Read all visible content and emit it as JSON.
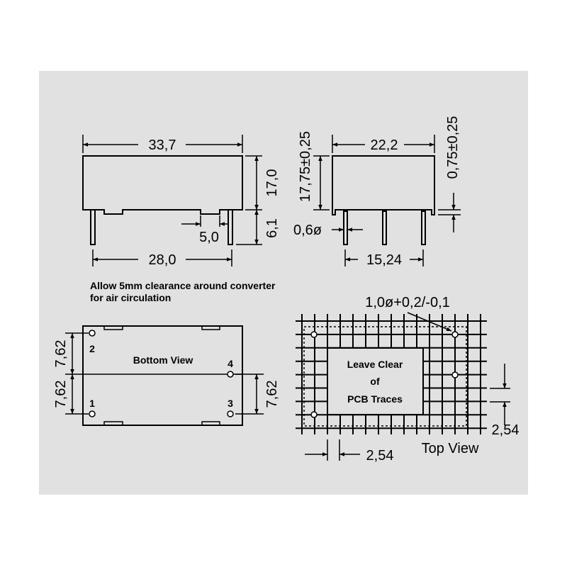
{
  "side_view": {
    "length": "33,7",
    "height": "17,0",
    "pin_length": "6,1",
    "standoff_width": "5,0",
    "pin_spacing": "28,0"
  },
  "end_view": {
    "width": "22,2",
    "height": "17,75±0,25",
    "standoff": "0,75±0,25",
    "pin_diameter": "0,6ø",
    "pin_spacing": "15,24"
  },
  "note": {
    "line1": "Allow 5mm clearance around converter",
    "line2": "for air circulation"
  },
  "bottom_view": {
    "title": "Bottom View",
    "pins": [
      "1",
      "2",
      "3",
      "4"
    ],
    "dim_upper": "7,62",
    "dim_lower": "7,62",
    "dim_right": "7,62"
  },
  "top_view": {
    "title": "Top View",
    "hole_spec": "1,0ø+0,2/-0,1",
    "clear_line1": "Leave Clear",
    "clear_line2": "of",
    "clear_line3": "PCB Traces",
    "grid_x": "2,54",
    "grid_y": "2,54"
  },
  "colors": {
    "panel": "#e1e1e1",
    "line": "#000000"
  }
}
